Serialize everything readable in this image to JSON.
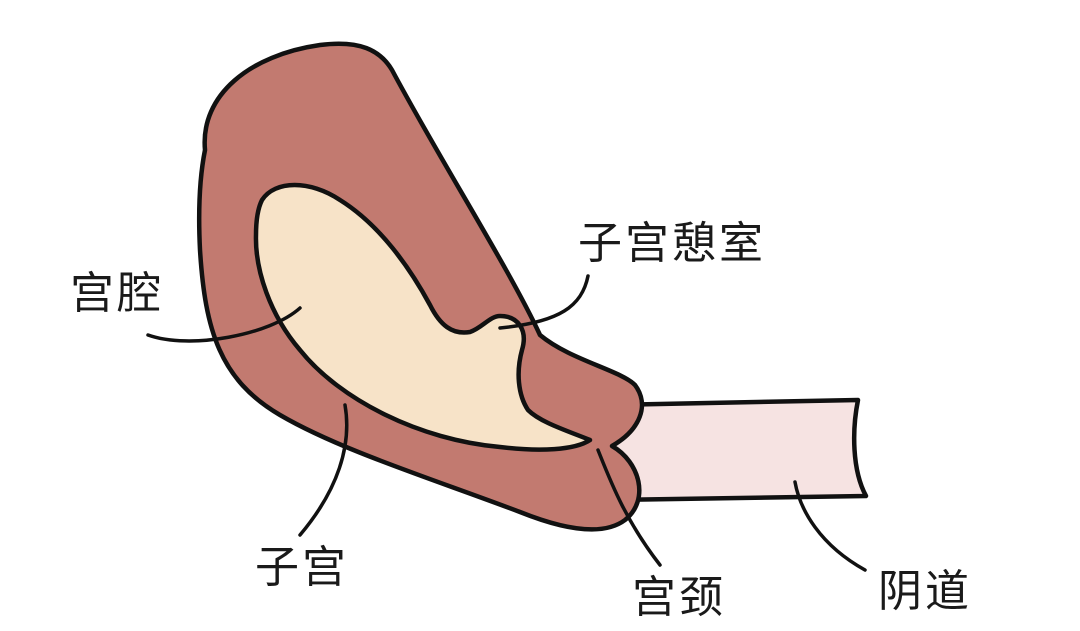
{
  "diagram": {
    "labels": {
      "uterine_cavity": "宫腔",
      "uterine_niche": "子宫憩室",
      "uterus": "子宫",
      "cervix": "宫颈",
      "vagina": "阴道"
    },
    "colors": {
      "uterus_wall": "#c27a70",
      "cavity": "#f7e3c8",
      "vagina": "#f6e3e2",
      "outline": "#111111",
      "background": "#ffffff"
    }
  }
}
